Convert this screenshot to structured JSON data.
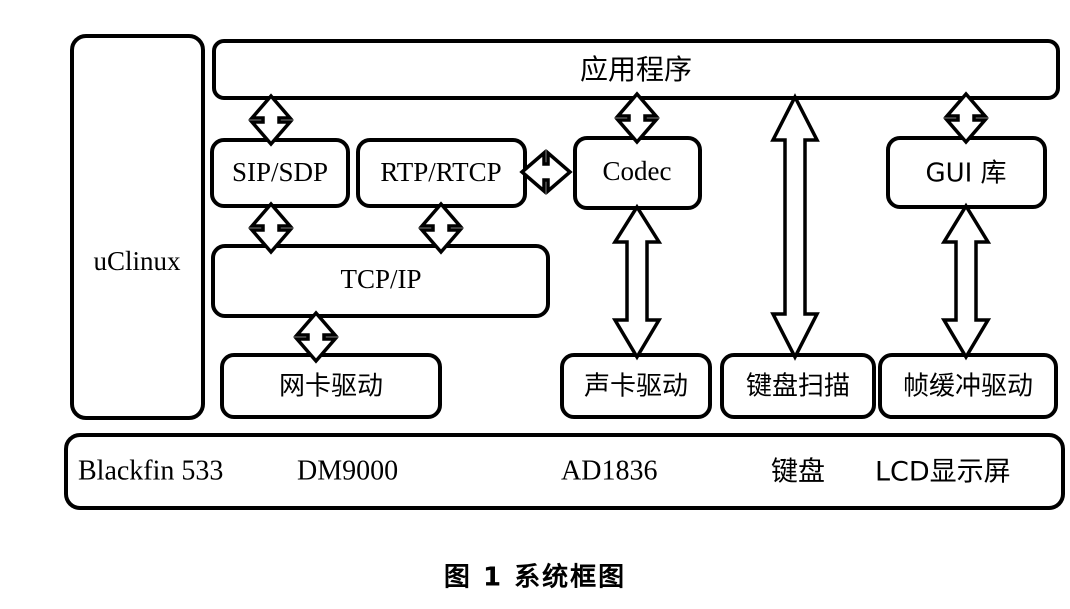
{
  "figure": {
    "caption": "图 1    系统框图",
    "caption_label": "图 1",
    "caption_title": "系统框图"
  },
  "os_block": {
    "label": "uClinux"
  },
  "application_block": {
    "label": "应用程序"
  },
  "middleware_blocks": [
    {
      "id": "sip-sdp",
      "label": "SIP/SDP"
    },
    {
      "id": "rtp-rtcp",
      "label": "RTP/RTCP"
    },
    {
      "id": "codec",
      "label": "Codec"
    },
    {
      "id": "gui-lib",
      "label": "GUI 库"
    }
  ],
  "stack_blocks": [
    {
      "id": "tcp-ip",
      "label": "TCP/IP"
    }
  ],
  "driver_blocks": [
    {
      "id": "nic-driver",
      "label": "网卡驱动"
    },
    {
      "id": "sound-card-driver",
      "label": "声卡驱动"
    },
    {
      "id": "keyboard-scan",
      "label": "键盘扫描"
    },
    {
      "id": "frame-buffer-driver",
      "label": "帧缓冲驱动"
    }
  ],
  "hardware_bar": {
    "items": [
      {
        "id": "blackfin-533",
        "label": "Blackfin 533"
      },
      {
        "id": "dm9000",
        "label": "DM9000"
      },
      {
        "id": "ad1836",
        "label": "AD1836"
      },
      {
        "id": "keyboard",
        "label": "键盘"
      },
      {
        "id": "lcd-display",
        "label": "LCD显示屏"
      }
    ]
  },
  "connectors": [
    {
      "id": "app-to-sip-sdp",
      "type": "double-arrow-vertical"
    },
    {
      "id": "app-to-codec",
      "type": "double-arrow-vertical"
    },
    {
      "id": "app-to-keyboard-scan",
      "type": "double-arrow-vertical-long"
    },
    {
      "id": "app-to-gui-lib",
      "type": "double-arrow-vertical"
    },
    {
      "id": "rtp-rtcp-to-codec",
      "type": "double-arrow-horizontal"
    },
    {
      "id": "sip-sdp-to-tcp-ip",
      "type": "double-arrow-vertical"
    },
    {
      "id": "rtp-rtcp-to-tcp-ip",
      "type": "double-arrow-vertical"
    },
    {
      "id": "tcp-ip-to-nic-driver",
      "type": "double-arrow-vertical"
    },
    {
      "id": "codec-to-sound-card-driver",
      "type": "double-arrow-vertical-long"
    },
    {
      "id": "gui-lib-to-frame-buffer-driver",
      "type": "double-arrow-vertical-long"
    }
  ],
  "colors": {
    "stroke": "#000000",
    "fill": "#ffffff",
    "background": "#ffffff"
  }
}
